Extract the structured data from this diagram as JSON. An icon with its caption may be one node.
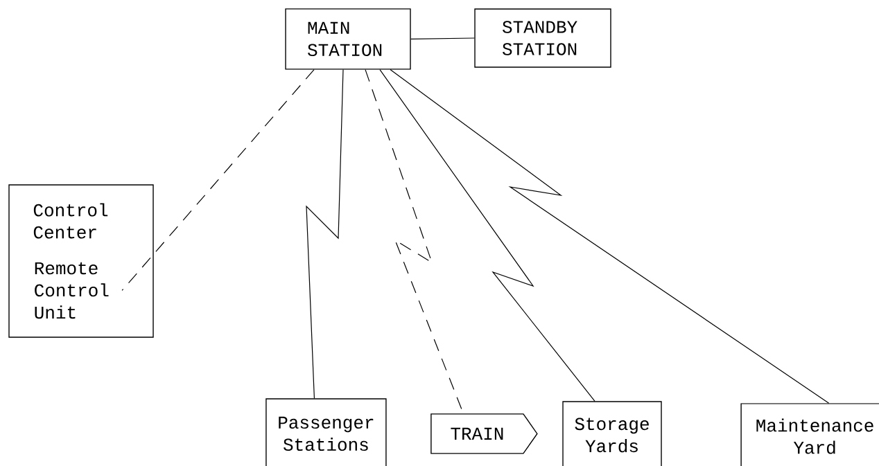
{
  "diagram": {
    "nodes": [
      {
        "text": [
          "MAIN STATION"
        ]
      },
      {
        "text": [
          "STANDBY STATION"
        ]
      },
      {
        "text": [
          "Control Center"
        ]
      },
      {
        "text": [
          "Remote Control Unit"
        ],
        "in": 2
      },
      {
        "text": [
          "Passenger Stations"
        ]
      },
      {
        "text": [
          "TRAIN"
        ]
      },
      {
        "text": [
          "Storage Yards"
        ]
      },
      {
        "text": [
          "Maintenance Yard"
        ]
      }
    ],
    "edges": [
      {
        "from": 0,
        "to": 1,
        "arrow": "none"
      },
      {
        "from": 0,
        "to": 3,
        "arrow": "none",
        "style": "dashed"
      },
      {
        "from": 0,
        "to": 4,
        "arrow": "none"
      },
      {
        "from": 0,
        "to": 5,
        "arrow": "none",
        "style": "dashed"
      },
      {
        "from": 0,
        "to": 6,
        "arrow": "none"
      },
      {
        "from": 0,
        "to": 7,
        "arrow": "none"
      }
    ]
  }
}
